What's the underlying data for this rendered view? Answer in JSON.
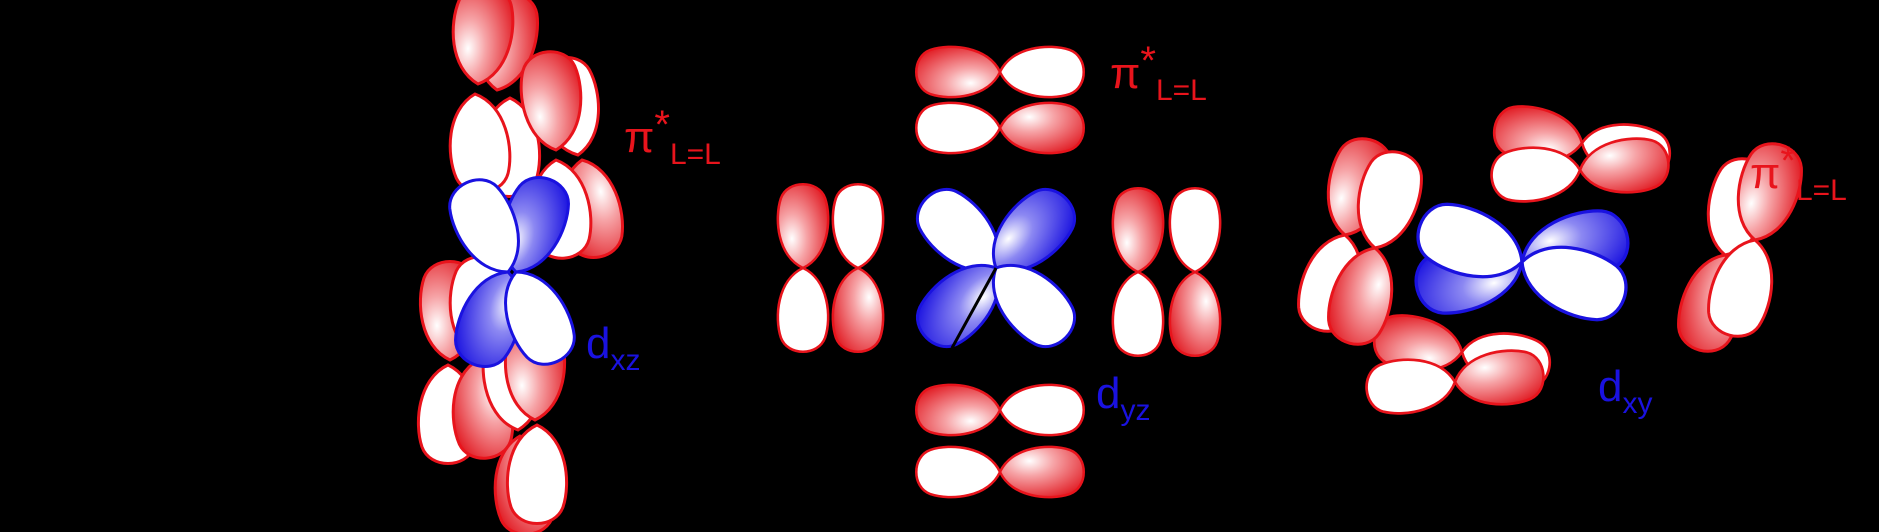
{
  "colors": {
    "background": "#000000",
    "ligand_orbital": "#e8141c",
    "metal_orbital": "#1a12e0",
    "axes": "#000000"
  },
  "panels": [
    {
      "id": "dxz",
      "metal_label": {
        "main": "d",
        "sub": "xz"
      },
      "ligand_label": {
        "main": "π",
        "sup": "*",
        "sub": "L=L"
      }
    },
    {
      "id": "dyz",
      "metal_label": {
        "main": "d",
        "sub": "yz"
      },
      "ligand_label": {
        "main": "π",
        "sup": "*",
        "sub": "L=L"
      }
    },
    {
      "id": "dxy",
      "metal_label": {
        "main": "d",
        "sub": "xy"
      },
      "ligand_label": {
        "main": "π",
        "sup": "*",
        "sub": "L=L"
      }
    }
  ]
}
